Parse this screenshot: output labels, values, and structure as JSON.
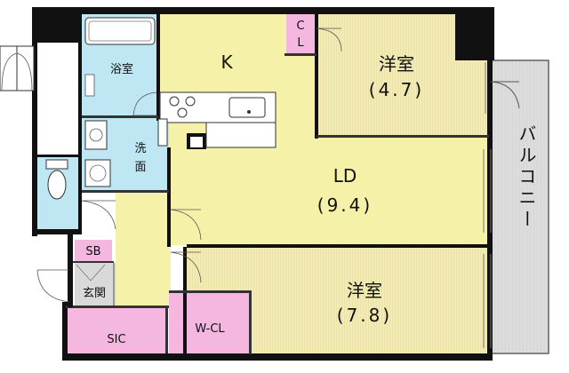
{
  "colors": {
    "wall": "#111111",
    "ld_k": "#f6f1a8",
    "bedroom": "#f3ebb6",
    "wet_area": "#bfe6f3",
    "storage": "#f4b8e0",
    "entrance": "#d9d9d9",
    "balcony": "#dcdcdc",
    "fixture": "#ffffff"
  },
  "rooms": {
    "kitchen": {
      "label": "K"
    },
    "bath": {
      "label": "浴室"
    },
    "washroom": {
      "label_1": "洗",
      "label_2": "面"
    },
    "closet": {
      "label_1": "C",
      "label_2": "L"
    },
    "bedroom_north": {
      "label": "洋室",
      "size": "(4.7)"
    },
    "living_dining": {
      "label": "LD",
      "size": "(9.4)"
    },
    "bedroom_south": {
      "label": "洋室",
      "size": "(7.8)"
    },
    "shoe_box": {
      "label": "SB"
    },
    "entrance": {
      "label": "玄関"
    },
    "sic": {
      "label": "SIC"
    },
    "wcl": {
      "label": "W-CL"
    },
    "balcony": {
      "label": "バルコニー"
    }
  }
}
